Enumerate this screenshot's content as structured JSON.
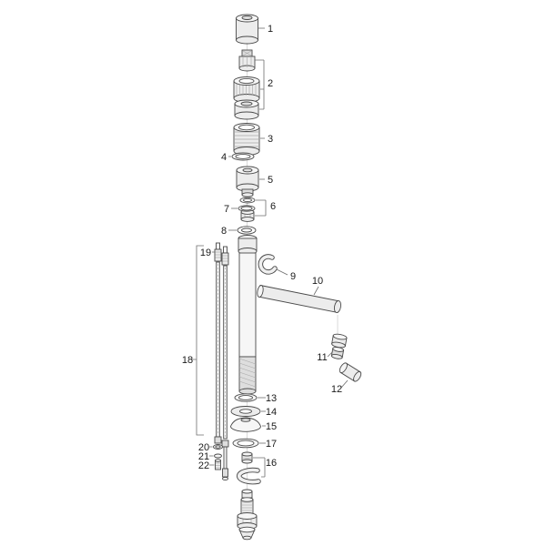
{
  "diagram": {
    "background": "#ffffff",
    "outline_color": "#4a4a4a",
    "label_color": "#1a1a1a",
    "parts": [
      {
        "label": "1"
      },
      {
        "label": "2"
      },
      {
        "label": "3"
      },
      {
        "label": "4"
      },
      {
        "label": "5"
      },
      {
        "label": "6"
      },
      {
        "label": "7"
      },
      {
        "label": "8"
      },
      {
        "label": "9"
      },
      {
        "label": "10"
      },
      {
        "label": "11"
      },
      {
        "label": "12"
      },
      {
        "label": "13"
      },
      {
        "label": "14"
      },
      {
        "label": "15"
      },
      {
        "label": "16"
      },
      {
        "label": "17"
      },
      {
        "label": "18"
      },
      {
        "label": "19"
      },
      {
        "label": "20"
      },
      {
        "label": "21"
      },
      {
        "label": "22"
      }
    ]
  }
}
